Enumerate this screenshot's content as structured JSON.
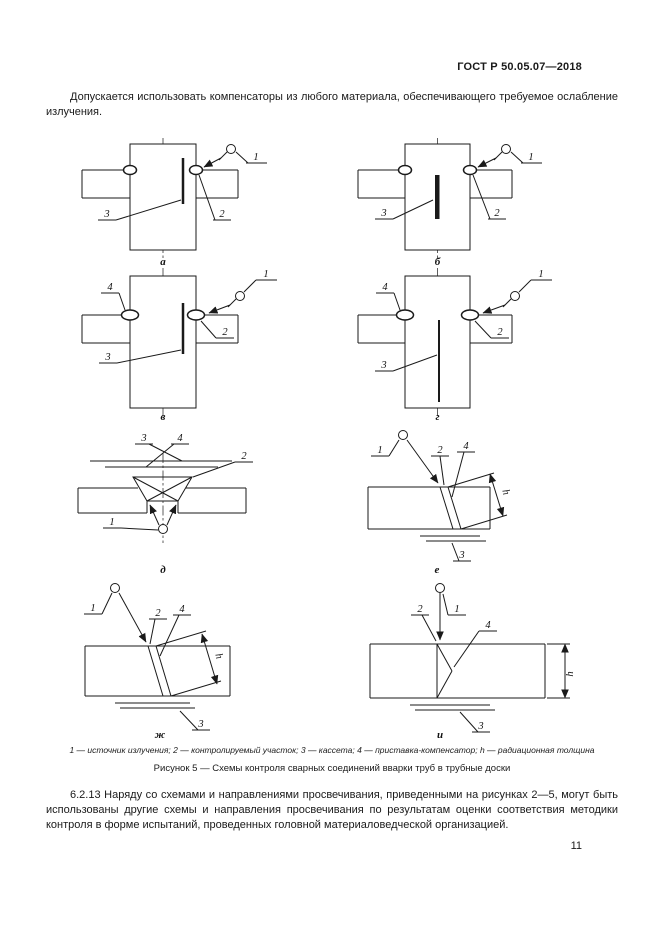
{
  "header": {
    "doc_number": "ГОСТ Р 50.05.07—2018"
  },
  "body": {
    "intro": "Допускается использовать компенсаторы из любого материала, обеспечивающего требуемое ослабление излучения.",
    "clause": "6.2.13 Наряду со схемами и направлениями просвечивания, приведенными на рисунках 2—5, могут быть использованы другие схемы и направления просвечивания по результатам оценки соответствия методики контроля в форме испытаний, проведенных головной материаловедческой организацией."
  },
  "figure": {
    "legend": "1 — источник излучения; 2 — контролируемый участок; 3 — кассета; 4 — приставка-компенсатор; h — радиационная толщина",
    "caption": "Рисунок 5 — Схемы контроля сварных соединений вварки труб в трубные доски",
    "sublabels": {
      "a": "а",
      "b": "б",
      "v": "в",
      "g": "г",
      "d": "д",
      "e": "е",
      "zh": "ж",
      "i": "и"
    },
    "callouts": {
      "n1": "1",
      "n2": "2",
      "n3": "3",
      "n4": "4",
      "h": "h"
    }
  },
  "page": {
    "number": "11"
  }
}
